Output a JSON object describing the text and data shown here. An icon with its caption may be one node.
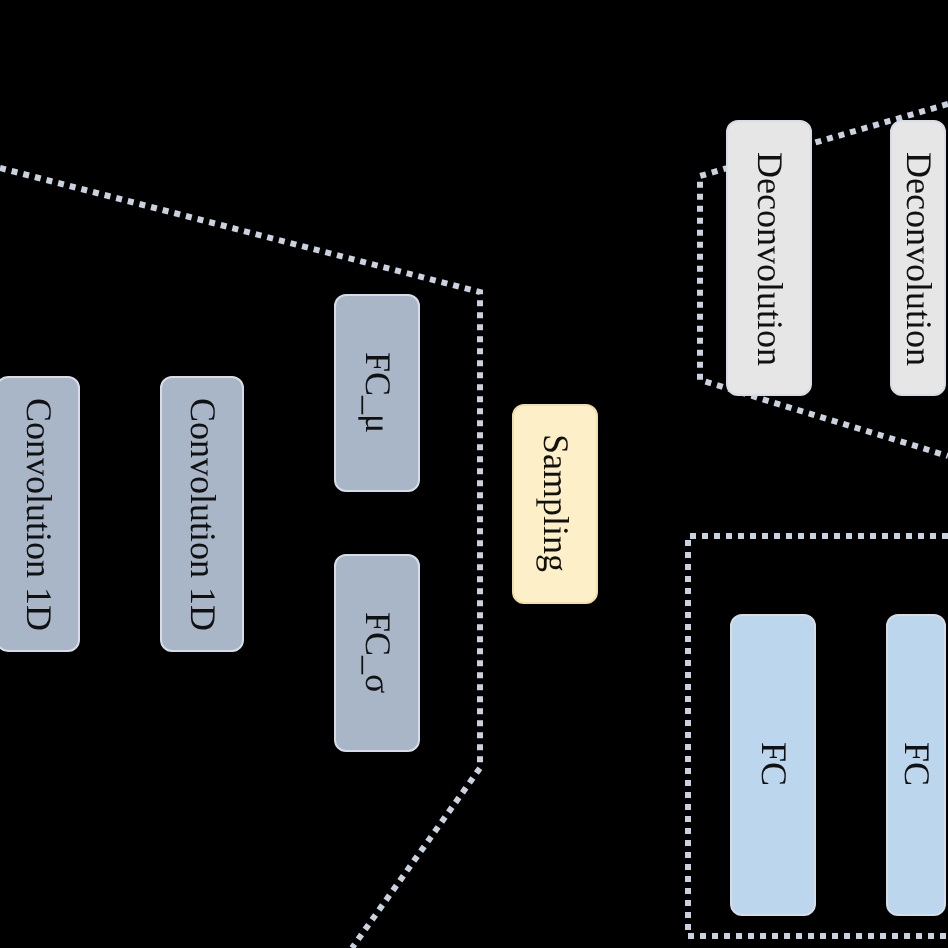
{
  "diagram": {
    "nodes": [
      {
        "text": [],
        "shape": "box"
      },
      {
        "text": [
          "Convolution 1D"
        ],
        "in": 0
      },
      {
        "text": [
          "Convolution 1D"
        ],
        "in": 0
      },
      {
        "text": [
          "FC_μ"
        ],
        "in": 0
      },
      {
        "text": [
          "FC_σ"
        ],
        "in": 0
      },
      {
        "text": [
          "Sampling"
        ]
      },
      {
        "text": [],
        "shape": "box"
      },
      {
        "text": [
          "Deconvolution"
        ],
        "in": 6
      },
      {
        "text": [
          "Deconvolution"
        ],
        "in": 6
      },
      {
        "text": [],
        "shape": "box"
      },
      {
        "text": [
          "FC"
        ],
        "in": 9
      },
      {
        "text": [
          "FC"
        ],
        "in": 9
      }
    ]
  }
}
